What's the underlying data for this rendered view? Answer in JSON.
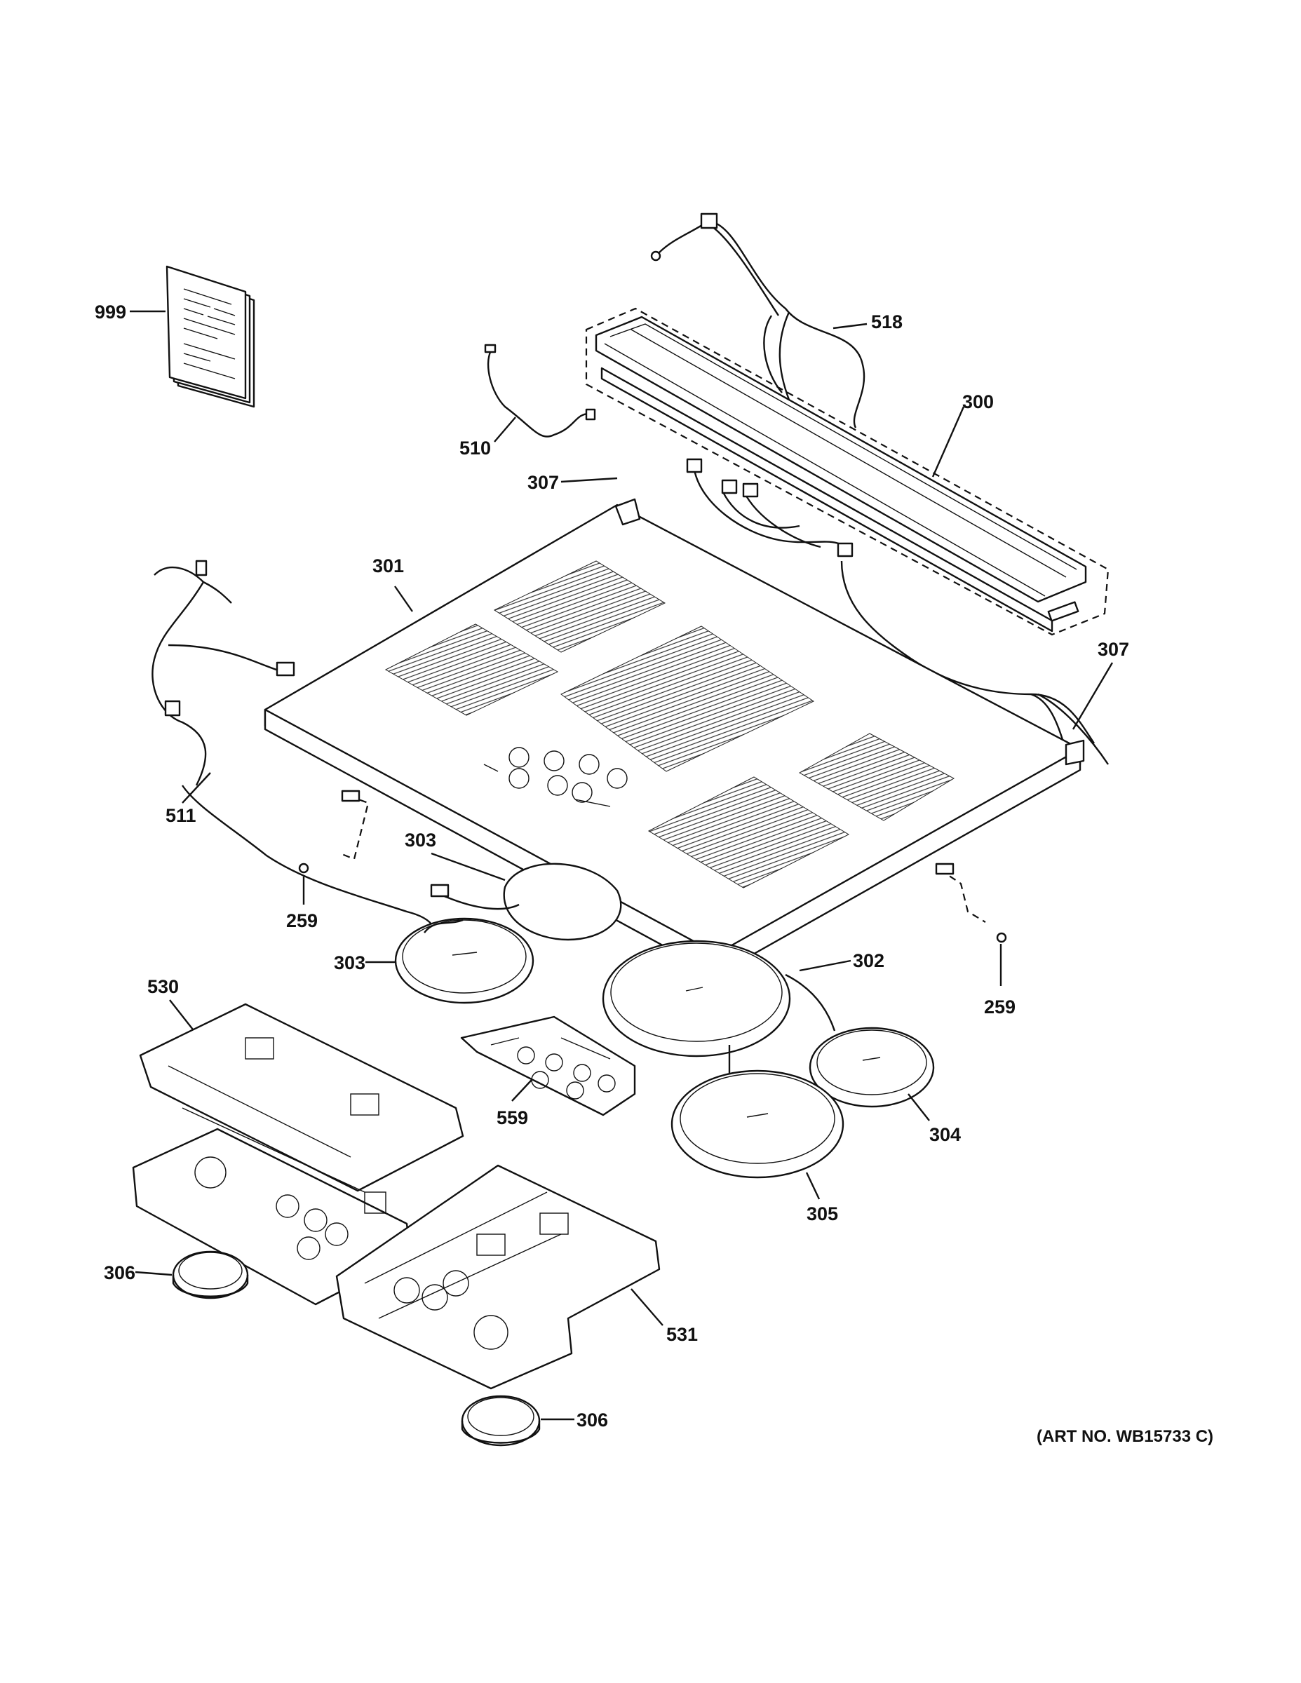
{
  "diagram": {
    "art_number": "(ART NO. WB15733 C)",
    "callouts": {
      "p999": "999",
      "p518": "518",
      "p300": "300",
      "p510": "510",
      "p307a": "307",
      "p301": "301",
      "p307b": "307",
      "p511": "511",
      "p303a": "303",
      "p259a": "259",
      "p303b": "303",
      "p302": "302",
      "p259b": "259",
      "p530": "530",
      "p559": "559",
      "p304": "304",
      "p305": "305",
      "p306a": "306",
      "p531": "531",
      "p306b": "306"
    }
  }
}
